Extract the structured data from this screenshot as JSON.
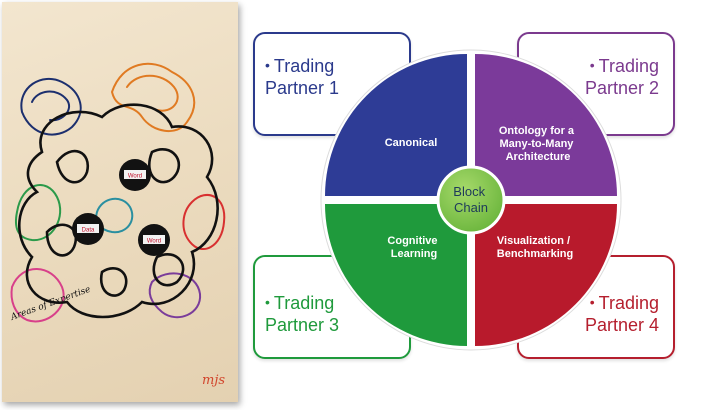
{
  "left_photo": {
    "caption": "Areas of Expertise",
    "signature": "mjs",
    "circle_labels": [
      "Word",
      "Data",
      "Word"
    ]
  },
  "diagram": {
    "partners": {
      "p1": {
        "label": "Trading Partner 1",
        "color": "#2b3a8c"
      },
      "p2": {
        "label": "Trading Partner 2",
        "color": "#7b3a8e"
      },
      "p3": {
        "label": "Trading Partner 3",
        "color": "#1f9a3c"
      },
      "p4": {
        "label": "Trading Partner 4",
        "color": "#b51f2e"
      }
    },
    "quadrants": {
      "q1": {
        "lines": [
          "Canonical"
        ],
        "color": "#2e3c96"
      },
      "q2": {
        "lines": [
          "Ontology for a",
          "Many-to-Many",
          "Architecture"
        ],
        "color": "#7b3a9a"
      },
      "q3": {
        "lines": [
          "Cognitive",
          "Learning"
        ],
        "color": "#1f9a3c"
      },
      "q4": {
        "lines": [
          "Visualization /",
          "Benchmarking"
        ],
        "color": "#b81a2c"
      }
    },
    "center": {
      "lines": [
        "Block",
        "Chain"
      ],
      "color": "#7cc142"
    },
    "bullet": "•"
  }
}
